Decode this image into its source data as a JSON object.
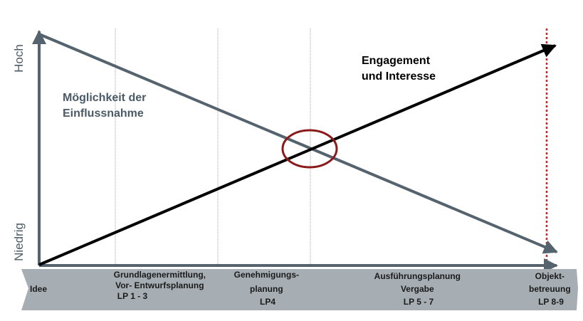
{
  "y_axis": {
    "high_label": "Hoch",
    "low_label": "Niedrig"
  },
  "series": {
    "influence": {
      "label_lines": [
        "Möglichkeit der",
        "Einflussnahme"
      ],
      "color": "#55636e"
    },
    "engagement": {
      "label_lines": [
        "Engagement",
        "und Interesse"
      ],
      "color": "#000000"
    }
  },
  "intersection_marker_color": "#8b1a1a",
  "deadline_line_color": "#d42020",
  "phases": [
    {
      "lines": [
        "Idee"
      ]
    },
    {
      "lines": [
        "Grundlagenermittlung,",
        "Vor- Entwurfsplanung",
        "LP 1 - 3"
      ]
    },
    {
      "lines": [
        "Genehmigungs-",
        "planung",
        "LP4"
      ]
    },
    {
      "lines": [
        "Ausführungsplanung",
        "Vergabe",
        "LP 5 - 7"
      ]
    },
    {
      "lines": [
        "Objekt-",
        "betreuung",
        "LP 8-9"
      ]
    }
  ],
  "phase_fill_color": "#a7aeb3"
}
